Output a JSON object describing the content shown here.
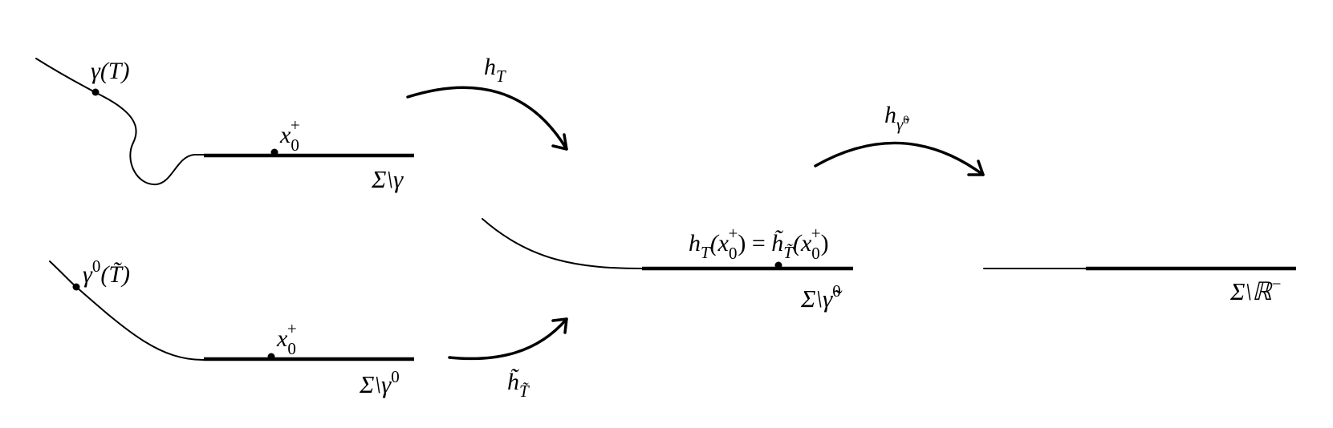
{
  "labels": {
    "gamma_T": "γ(T)",
    "x0_plus_top": {
      "base": "x",
      "sub": "0",
      "sup": "+"
    },
    "sigma_minus_gamma": "Σ\\γ",
    "gamma0_Ttilde": {
      "base": "γ",
      "sup": "0",
      "rest": "(T̃)"
    },
    "x0_plus_bottom": {
      "base": "x",
      "sub": "0",
      "sup": "+"
    },
    "sigma_minus_gamma0": {
      "base": "Σ\\γ",
      "sup": "0"
    },
    "h_T": {
      "base": "h",
      "sub": "T"
    },
    "htilde_Ttilde": {
      "base": "h̃",
      "sub": "T̃"
    },
    "center_equation": {
      "lhs_base": "h",
      "lhs_sub": "T",
      "lhs_arg_open": "(x",
      "lhs_arg_sub": "0",
      "lhs_arg_sup": "+",
      "lhs_arg_close": ")",
      "equals": " = ",
      "rhs_base": "h̃",
      "rhs_sub": "T̃",
      "rhs_arg_open": "(x",
      "rhs_arg_sub": "0",
      "rhs_arg_sup": "+",
      "rhs_arg_close": ")"
    },
    "sigma_minus_gammatilde0": {
      "base": "Σ\\γ̃",
      "sup": "0"
    },
    "h_gammatilde0": {
      "base": "h",
      "sub": "γ̃",
      "subsup": "0"
    },
    "sigma_minus_Rminus": {
      "base": "Σ\\ℝ",
      "sup": "−"
    }
  }
}
